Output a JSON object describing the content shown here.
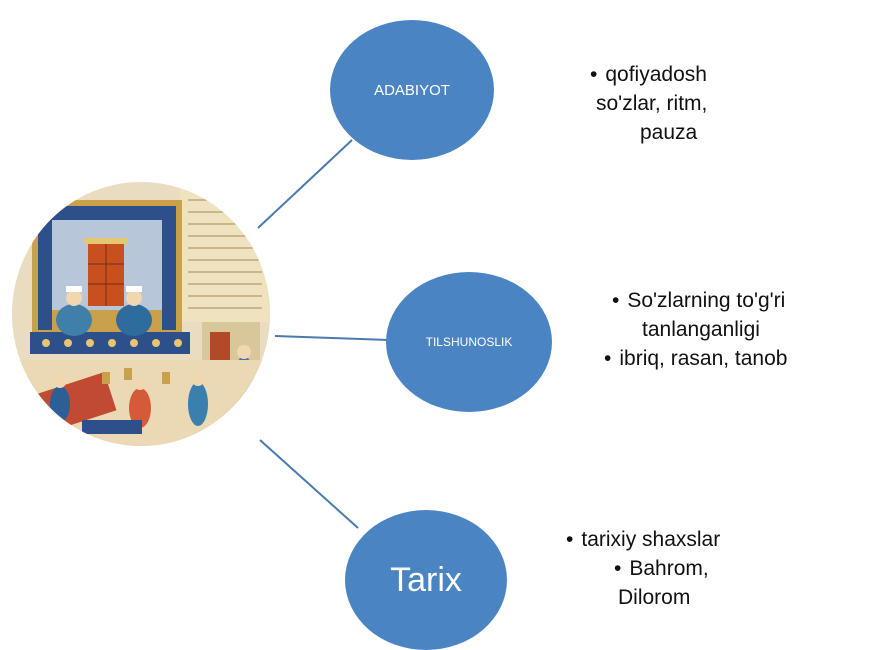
{
  "colors": {
    "node_fill": "#4A84C3",
    "connector": "#4A7AAE",
    "text": "#111111",
    "node_text": "#ffffff"
  },
  "center_image": {
    "icon": "miniature-painting-icon"
  },
  "nodes": [
    {
      "label": "ADABIYOT",
      "bullets": [
        {
          "lines": [
            "qofiyadosh",
            "so'zlar, ritm,",
            "pauza"
          ]
        }
      ]
    },
    {
      "label": "TILSHUNOSLIK",
      "bullets": [
        {
          "lines": [
            "So'zlarning to'g'ri",
            "tanlanganligi"
          ]
        },
        {
          "lines": [
            "ibriq, rasan, tanob"
          ]
        }
      ]
    },
    {
      "label": "Tarix",
      "bullets": [
        {
          "lines": [
            "tarixiy shaxslar"
          ]
        },
        {
          "lines": [
            "Bahrom,",
            "Dilorom"
          ]
        }
      ]
    }
  ]
}
